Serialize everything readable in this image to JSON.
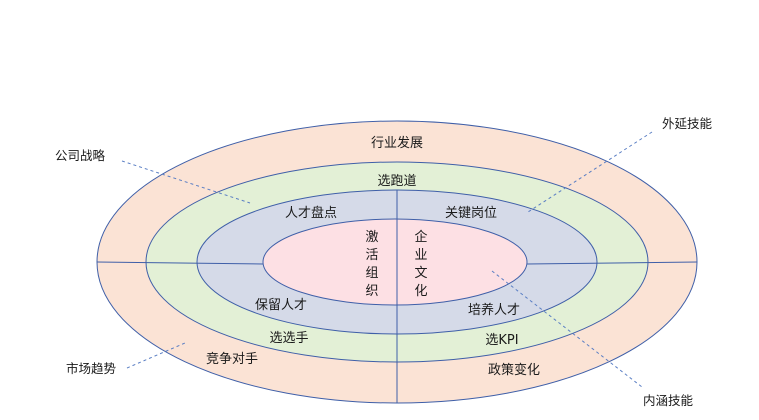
{
  "outer_ring": {
    "top": "行业发展",
    "bottom_right": "政策变化",
    "bottom_left": "竞争对手",
    "color": "#FBE3D5"
  },
  "middle_ring": {
    "top": "选跑道",
    "bottom_left": "选选手",
    "bottom_right": "选KPI",
    "color": "#E3F0D6"
  },
  "inner_ring": {
    "top_left": "人才盘点",
    "top_right": "关键岗位",
    "bottom_left": "保留人才",
    "bottom_right": "培养人才",
    "color": "#D5DAE8"
  },
  "core": {
    "left_chars": [
      "激",
      "活",
      "组",
      "织"
    ],
    "right_chars": [
      "企",
      "业",
      "文",
      "化"
    ],
    "color": "#FDE0E4"
  },
  "callouts": {
    "company_strategy": "公司战略",
    "market_trend": "市场趋势",
    "external_skill": "外延技能",
    "internal_skill": "内涵技能"
  },
  "colors": {
    "stroke": "#3F5FA8",
    "leader": "#5B7FC4"
  }
}
